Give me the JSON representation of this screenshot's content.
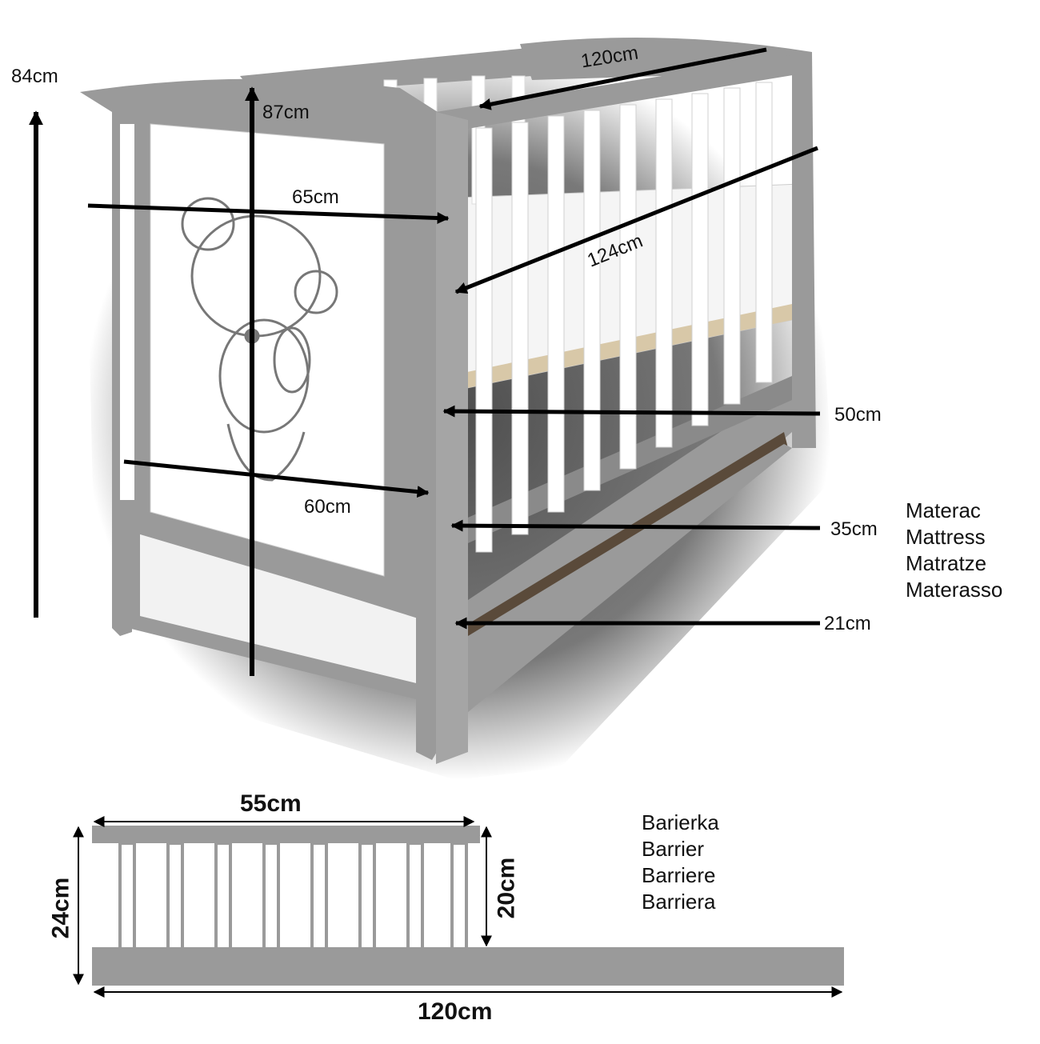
{
  "crib": {
    "height_total": "84cm",
    "height_headboard": "87cm",
    "length_top": "120cm",
    "width_top": "65cm",
    "diagonal": "124cm",
    "width_bottom": "60cm",
    "level_high": "50cm",
    "level_mid": "35cm",
    "level_low": "21cm"
  },
  "mattress_words": [
    "Materac",
    "Mattress",
    "Matratze",
    "Materasso"
  ],
  "barrier": {
    "width_top": "55cm",
    "height_total": "24cm",
    "height_bars": "20cm",
    "length_total": "120cm",
    "words": [
      "Barierka",
      "Barrier",
      "Barriere",
      "Barriera"
    ]
  },
  "colors": {
    "frame": "#9a9a9a",
    "frame_dark": "#777777",
    "bars": "#ffffff",
    "arrow": "#000000",
    "shadow": "#4a4a4a"
  }
}
